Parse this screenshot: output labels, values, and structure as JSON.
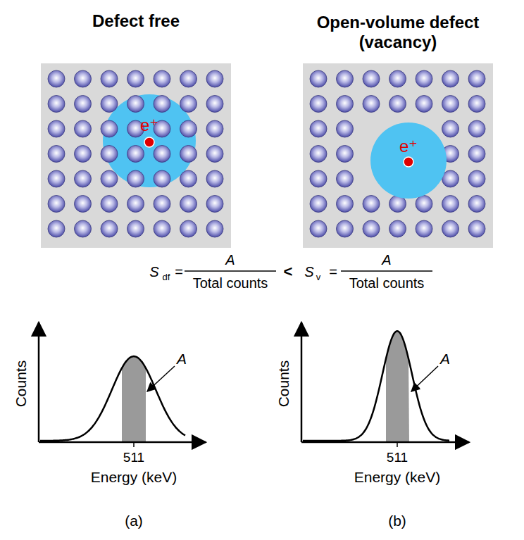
{
  "diagram": {
    "labels": [
      "Defect free",
      "Open-volume defect (vacancy)",
      "e⁺",
      "e⁺",
      "S",
      "df",
      "=",
      "A",
      "Total counts",
      "<",
      "S",
      "v",
      "=",
      "A",
      "Total counts",
      "Counts",
      "A",
      "511",
      "Energy (keV)",
      "(a)",
      "Counts",
      "A",
      "511",
      "Energy (keV)",
      "(b)"
    ]
  }
}
